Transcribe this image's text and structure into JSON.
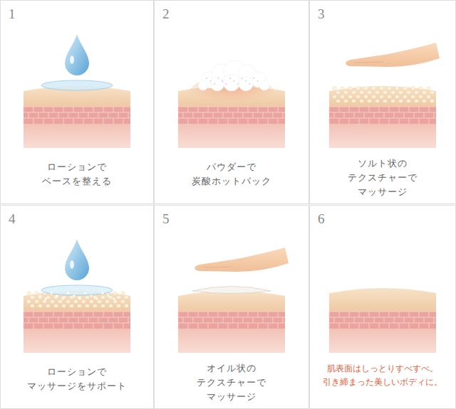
{
  "diagram": {
    "nodes": [
      {
        "text": [
          "1",
          "ローションで ベースを整える"
        ]
      },
      {
        "text": [
          "2",
          "パウダーで 炭酸ホットパック"
        ]
      },
      {
        "text": [
          "3",
          "ソルト状の テクスチャーで マッサージ"
        ]
      },
      {
        "text": [
          "4",
          "ローションで マッサージをサポート"
        ]
      },
      {
        "text": [
          "5",
          "オイル状の テクスチャーで マッサージ"
        ]
      },
      {
        "text": [
          "6",
          "肌表面はしっとりすべすべ。 引き締まった美しいボディに。"
        ]
      }
    ]
  }
}
